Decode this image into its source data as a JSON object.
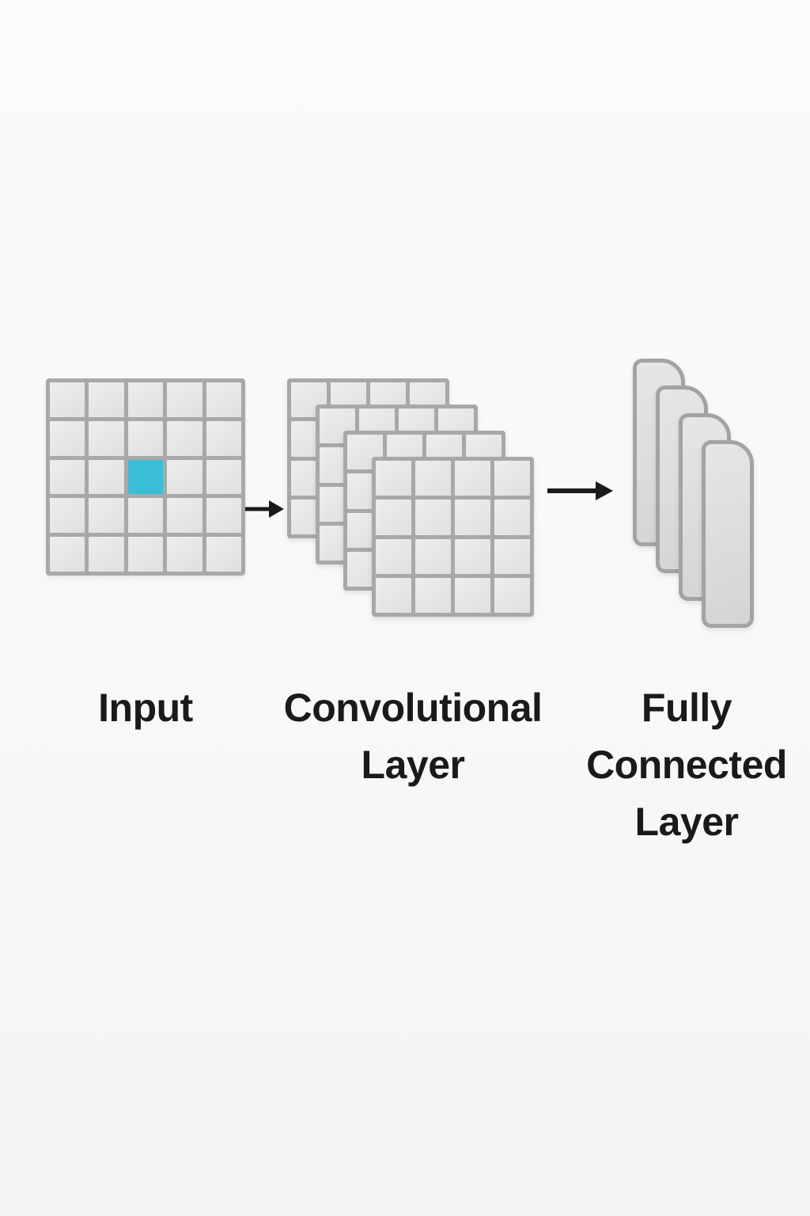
{
  "diagram": {
    "type": "cnn-architecture",
    "stages": [
      {
        "id": "input",
        "label": "Input"
      },
      {
        "id": "convolutional",
        "label": "Convolutional Layer"
      },
      {
        "id": "fully-connected",
        "label": "Fully Connected Layer"
      }
    ],
    "input_grid": {
      "rows": 5,
      "cols": 5,
      "highlighted_cell": {
        "row": 2,
        "col": 2
      }
    },
    "conv_layer": {
      "feature_maps": 4,
      "rows": 4,
      "cols": 4
    },
    "fc_layer": {
      "units": 4
    },
    "arrows": [
      {
        "from": "input",
        "to": "convolutional"
      },
      {
        "from": "convolutional",
        "to": "fully-connected"
      }
    ],
    "colors": {
      "background": "#f8f8f8",
      "cell_fill": "#e4e4e4",
      "cell_border": "#a8a8a8",
      "highlight_fill": "#3bbfd8",
      "bar_fill": "#dbdbdb",
      "bar_border": "#a3a3a3",
      "arrow": "#1a1a1a",
      "label_text": "#1a1a1a"
    }
  }
}
